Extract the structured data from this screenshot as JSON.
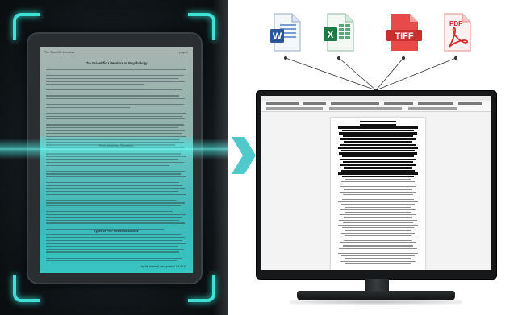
{
  "scanner": {
    "doc_header_left": "The Scientific Literature",
    "doc_header_right": "page 1",
    "doc_title": "The Scientific Literature In Psychology",
    "doc_subtitle_1": "Peer-Reviewed Research",
    "doc_subtitle_2": "Types of Peer Reviewed Articles",
    "doc_footer": "by Bill Mitchell, last updated 1/1/2019"
  },
  "formats": [
    {
      "name": "word-icon",
      "letter": "W",
      "color": "#2b579a"
    },
    {
      "name": "excel-icon",
      "letter": "X",
      "color": "#1e7b45"
    },
    {
      "name": "tiff-icon",
      "label": "TIFF",
      "color": "#e03a3a"
    },
    {
      "name": "pdf-icon",
      "label": "PDF",
      "color": "#d62c2c"
    }
  ],
  "colors": {
    "scan_accent": "#3fe0d6",
    "arrow": "#4fc9c9",
    "monitor": "#16181a"
  }
}
